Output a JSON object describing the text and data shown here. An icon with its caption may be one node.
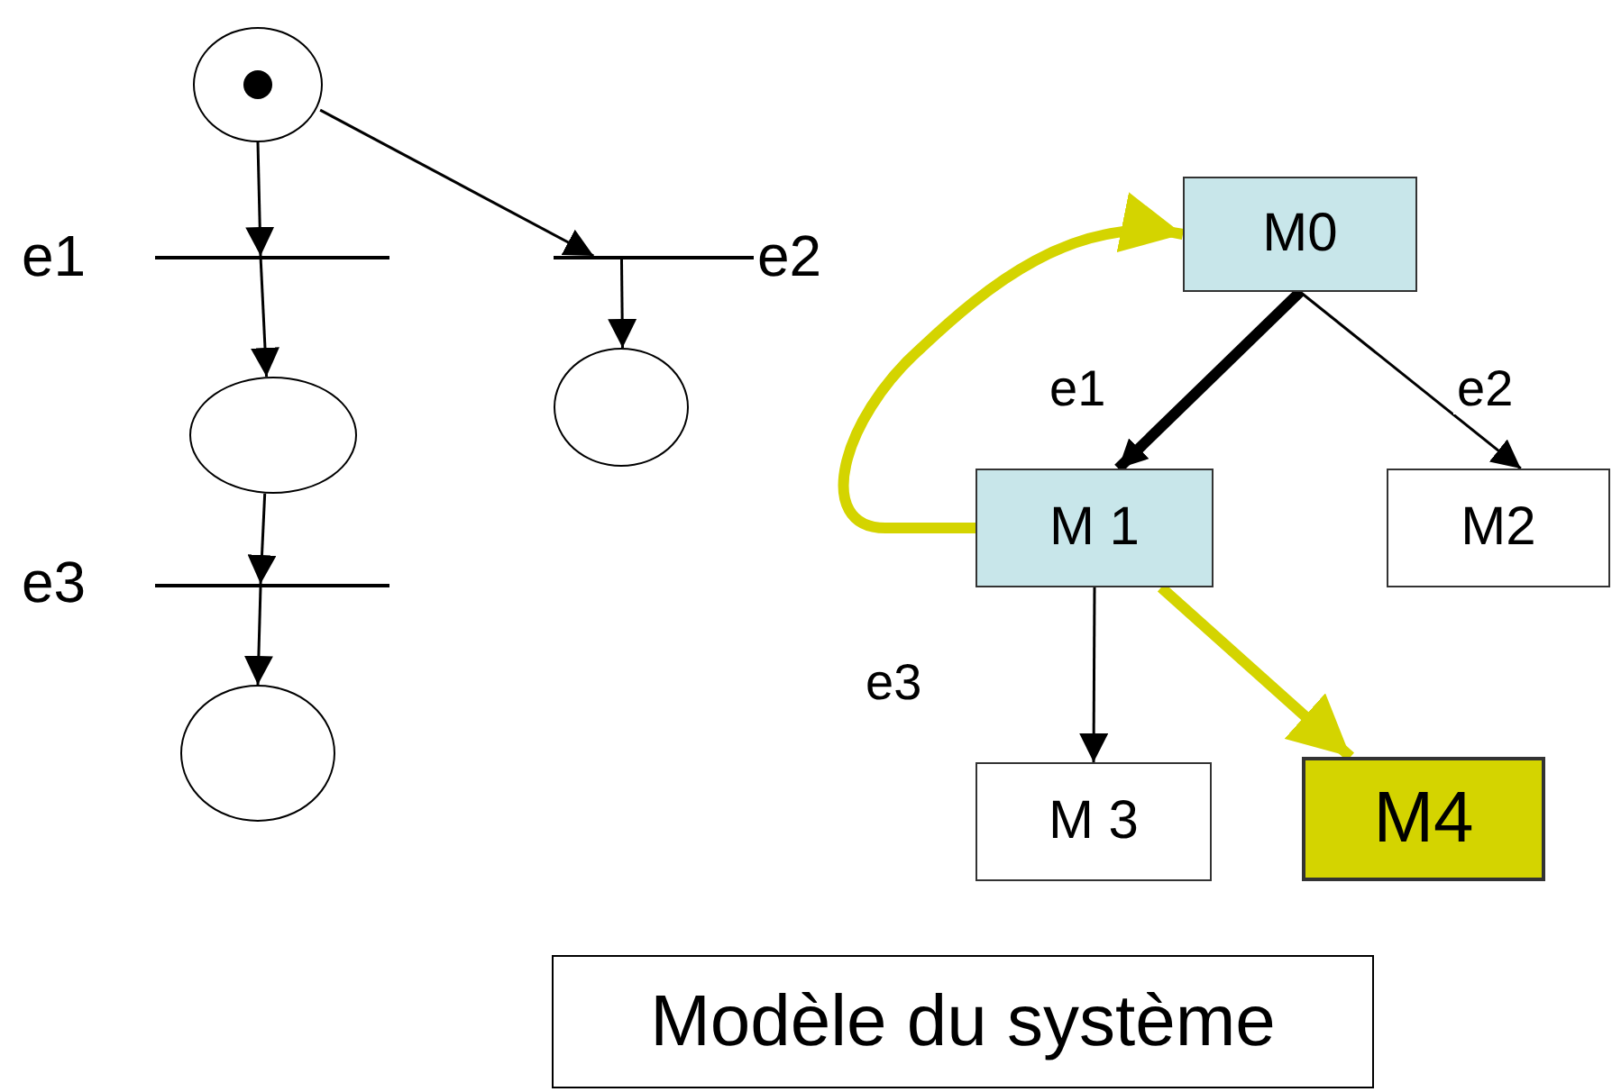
{
  "diagram": {
    "nodes": [
      {
        "text": [],
        "shape": "circle"
      },
      {
        "text": [],
        "shape": "bar",
        "beside": [
          "e1"
        ]
      },
      {
        "text": [],
        "shape": "bar",
        "beside": [
          "e2"
        ]
      },
      {
        "text": [],
        "shape": "circle"
      },
      {
        "text": [],
        "shape": "circle"
      },
      {
        "text": [],
        "shape": "bar",
        "beside": [
          "e3"
        ]
      },
      {
        "text": [],
        "shape": "circle"
      },
      {
        "text": [
          "M0"
        ]
      },
      {
        "text": [
          "M 1"
        ]
      },
      {
        "text": [
          "M2"
        ]
      },
      {
        "text": [
          "M 3"
        ]
      },
      {
        "text": [
          "M4"
        ]
      },
      {
        "text": [
          "Modèle du système"
        ]
      }
    ],
    "edges": [
      {
        "from": 0,
        "to": 1,
        "arrow": "to"
      },
      {
        "from": 0,
        "to": 2,
        "arrow": "to"
      },
      {
        "from": 1,
        "to": 3,
        "arrow": "to"
      },
      {
        "from": 2,
        "to": 4,
        "arrow": "to"
      },
      {
        "from": 3,
        "to": 5,
        "arrow": "to"
      },
      {
        "from": 5,
        "to": 6,
        "arrow": "to"
      },
      {
        "from": 7,
        "to": 8,
        "arrow": "to",
        "label": "e1",
        "style": "thick"
      },
      {
        "from": 7,
        "to": 9,
        "arrow": "to",
        "label": "e2"
      },
      {
        "from": 8,
        "to": 10,
        "arrow": "to",
        "label": "e3"
      },
      {
        "from": 8,
        "to": 11,
        "arrow": "to",
        "style": "thick",
        "color": "#d4d400"
      },
      {
        "from": 8,
        "to": 7,
        "arrow": "to",
        "style": "thick",
        "color": "#d4d400"
      }
    ]
  }
}
